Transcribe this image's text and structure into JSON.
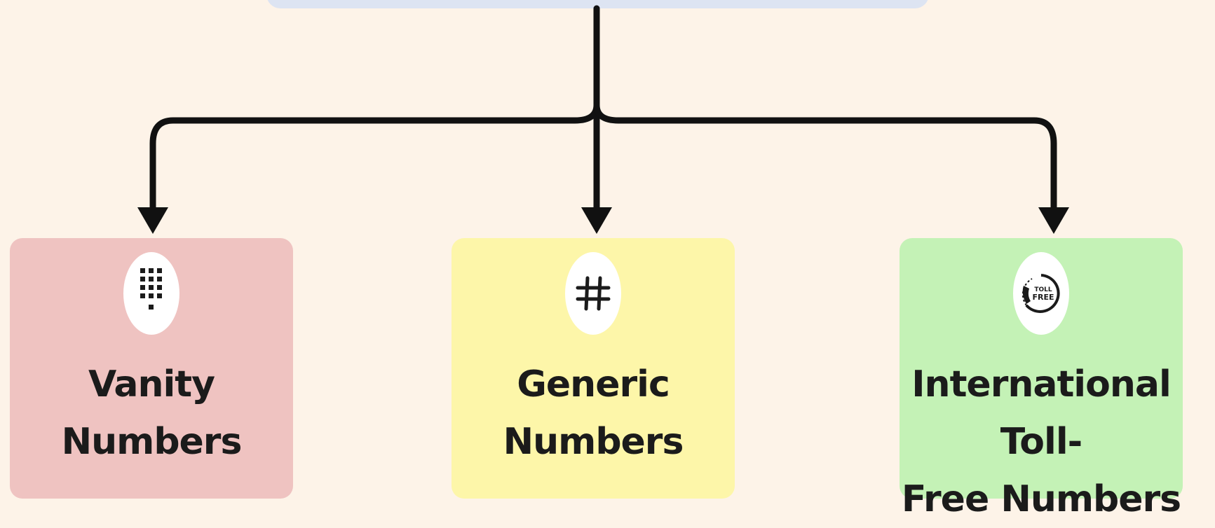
{
  "nodes": [
    {
      "id": "vanity",
      "lines": [
        "Vanity",
        "Numbers"
      ],
      "icon": "keypad-icon",
      "color": "#efc3c1"
    },
    {
      "id": "generic",
      "lines": [
        "Generic",
        "Numbers"
      ],
      "icon": "hash-icon",
      "color": "#fdf6a9"
    },
    {
      "id": "intl",
      "lines": [
        "International Toll-",
        "Free Numbers"
      ],
      "icon": "toll-free-icon",
      "icon_text": [
        "TOLL",
        "FREE"
      ],
      "color": "#c4f2b6"
    }
  ],
  "colors": {
    "background": "#fdf3e8",
    "top_box": "#dde4f2",
    "connector": "#111111"
  }
}
